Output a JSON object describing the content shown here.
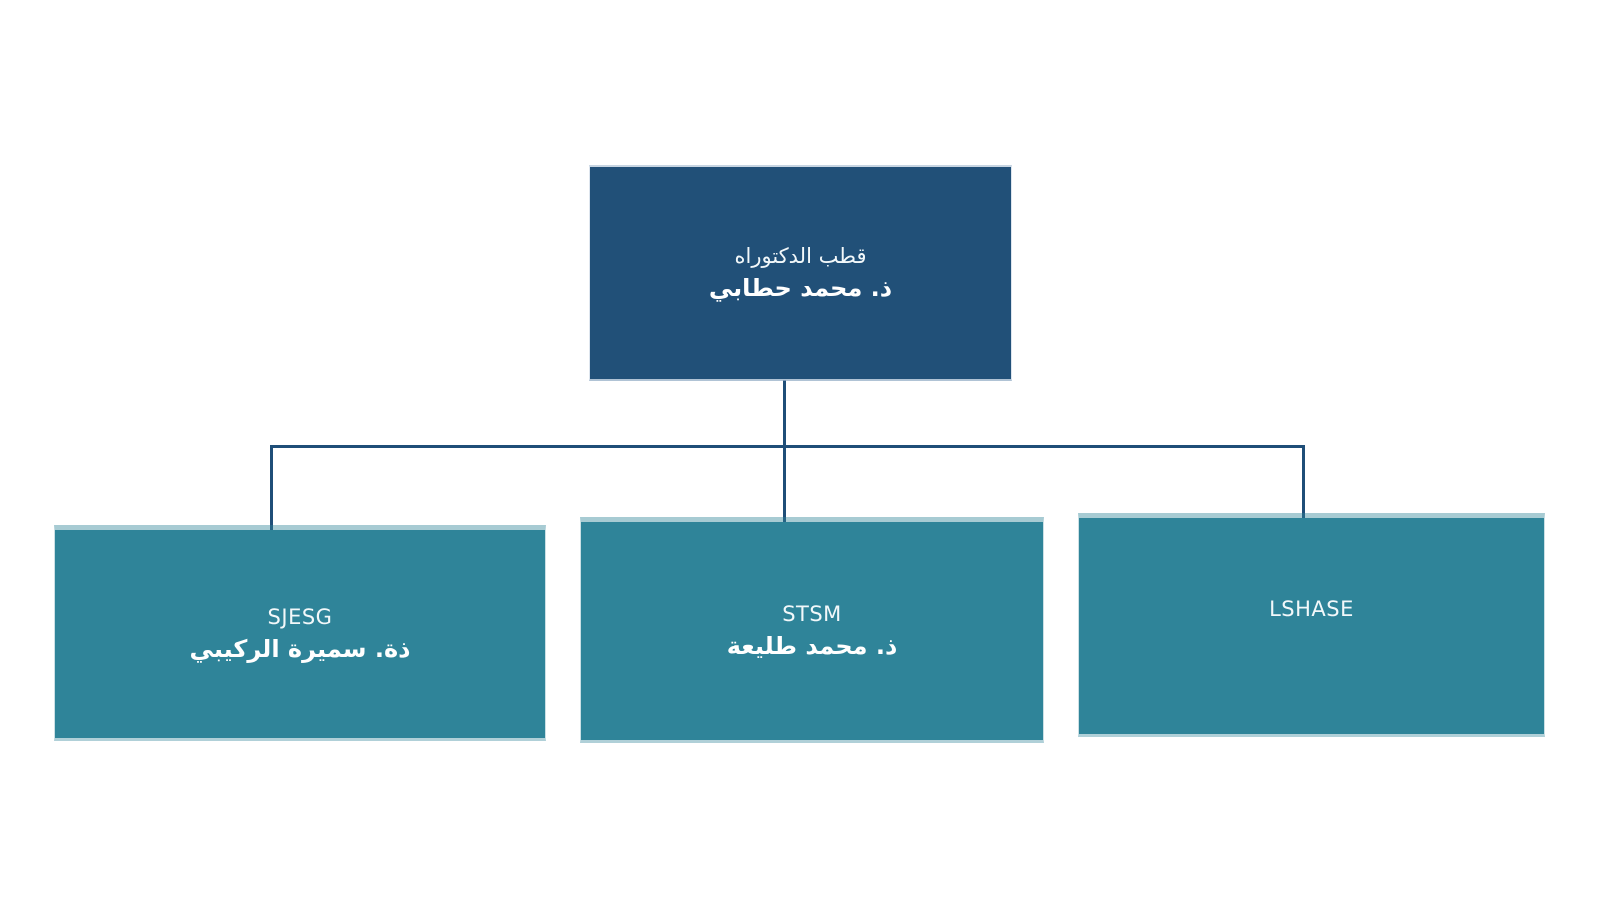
{
  "org_chart": {
    "root": {
      "title": "قطب الدكتوراه",
      "name": "ذ. محمد حطابي"
    },
    "children": [
      {
        "title": "SJESG",
        "name": "ذة. سميرة الركيبي"
      },
      {
        "title": "STSM",
        "name": "ذ. محمد طليعة"
      },
      {
        "title": "LSHASE",
        "name": ""
      }
    ],
    "colors": {
      "root_box": "#215078",
      "child_box": "#2f8499",
      "connector": "#1f4e78",
      "text": "#ffffff"
    }
  }
}
